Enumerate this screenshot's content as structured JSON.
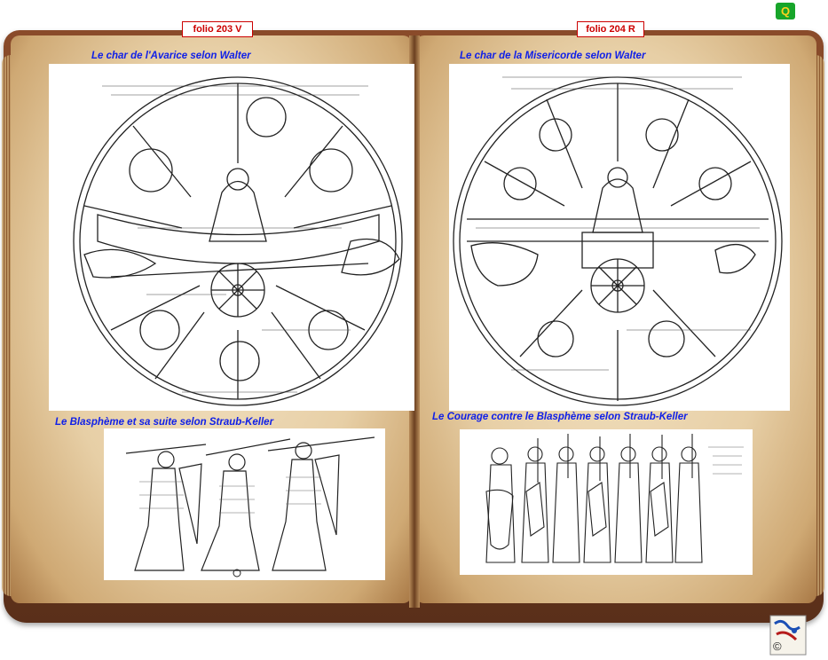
{
  "folios": {
    "left": "folio 203 V",
    "right": "folio 204 R"
  },
  "captions": {
    "top_left": "Le char de l'Avarice selon Walter",
    "top_right": "Le char de la Misericorde selon Walter",
    "bottom_left": "Le Blasphème et sa suite selon Straub-Keller",
    "bottom_right": "Le Courage contre le Blasphème selon Straub-Keller"
  },
  "top_icon": {
    "name": "q-icon",
    "glyph": "Q",
    "color": "#17a52a"
  },
  "colors": {
    "caption": "#1020e8",
    "folio": "#cc0000",
    "leather": "#6d3a20"
  },
  "logo": {
    "name": "copyright-logo",
    "glyph": "©"
  }
}
